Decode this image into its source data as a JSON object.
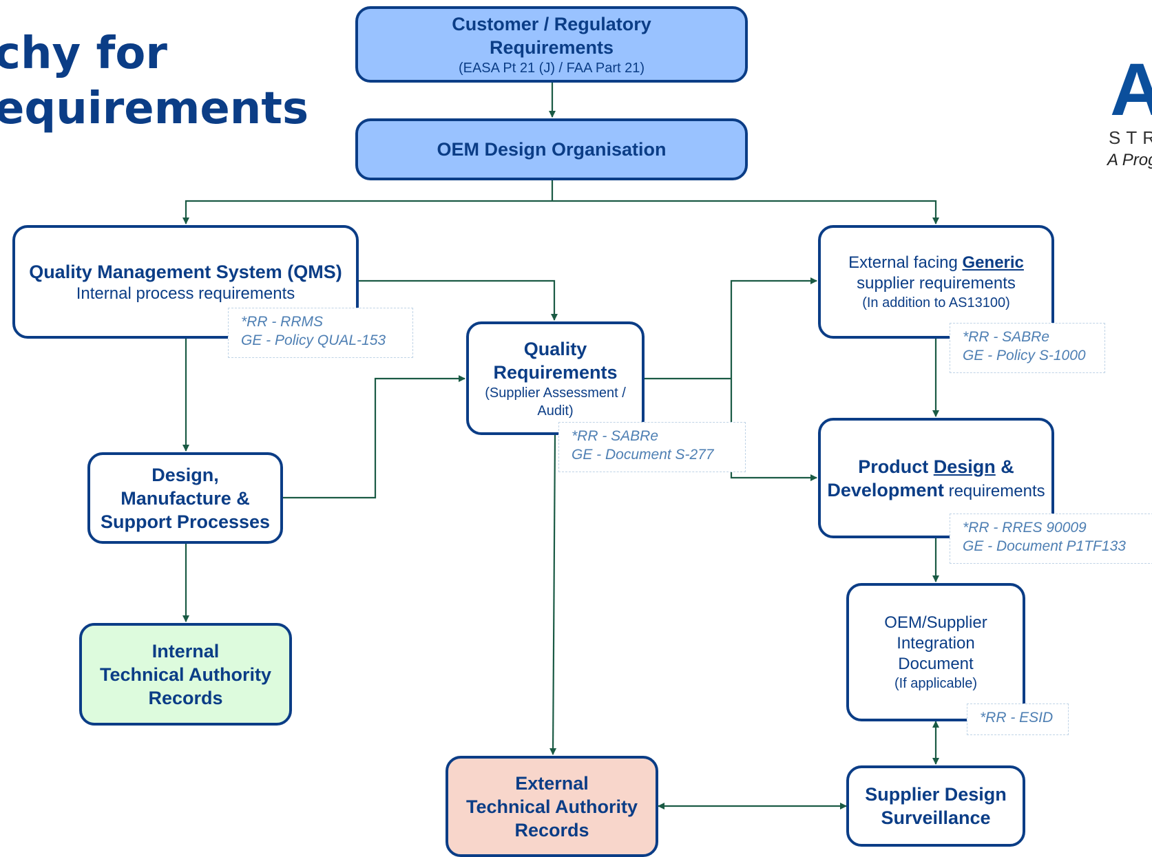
{
  "page": {
    "title_line1": "chy for",
    "title_line2": "equirements"
  },
  "logo": {
    "letter": "A",
    "tag": "STR",
    "slogan": "A Prog"
  },
  "nodes": {
    "customer": {
      "line1": "Customer / Regulatory",
      "line2": "Requirements",
      "sub": "(EASA Pt 21 (J) / FAA Part 21)"
    },
    "oem": {
      "label": "OEM Design Organisation"
    },
    "qms": {
      "title": "Quality Management System (QMS)",
      "sub": "Internal process requirements"
    },
    "quality": {
      "line1": "Quality",
      "line2": "Requirements",
      "sub1": "(Supplier Assessment /",
      "sub2": "Audit)"
    },
    "generic": {
      "line1_pre": "External facing ",
      "line1_bold": "Generic",
      "line2": "supplier requirements",
      "sub": "(In addition to AS13100)"
    },
    "design": {
      "line1": "Design,",
      "line2": "Manufacture &",
      "line3": "Support Processes"
    },
    "product": {
      "p1": "Product ",
      "p2": "Design",
      "p3": " &",
      "p4": "Development",
      "p5": " requirements"
    },
    "integration": {
      "line1": "OEM/Supplier",
      "line2": "Integration",
      "line3": "Document",
      "sub": "(If applicable)"
    },
    "internal": {
      "line1": "Internal",
      "line2": "Technical Authority",
      "line3": "Records"
    },
    "external": {
      "line1": "External",
      "line2": "Technical Authority",
      "line3": "Records"
    },
    "surveillance": {
      "line1": "Supplier Design",
      "line2": "Surveillance"
    }
  },
  "notes": {
    "qms": {
      "line1": "*RR - RRMS",
      "line2": "GE - Policy QUAL-153"
    },
    "quality": {
      "line1": "*RR - SABRe",
      "line2": "GE - Document S-277"
    },
    "generic": {
      "line1": "*RR - SABRe",
      "line2": "GE - Policy S-1000"
    },
    "product": {
      "line1": "*RR - RRES 90009",
      "line2": "GE - Document P1TF133"
    },
    "integration": {
      "line1": "*RR - ESID"
    }
  },
  "colors": {
    "box_border": "#0b3d86",
    "connector": "#1a5a44",
    "blue_fill": "#99c2ff",
    "green_fill": "#ddfbdd",
    "pink_fill": "#f8d6cb",
    "note_text": "#4e7fb3"
  }
}
